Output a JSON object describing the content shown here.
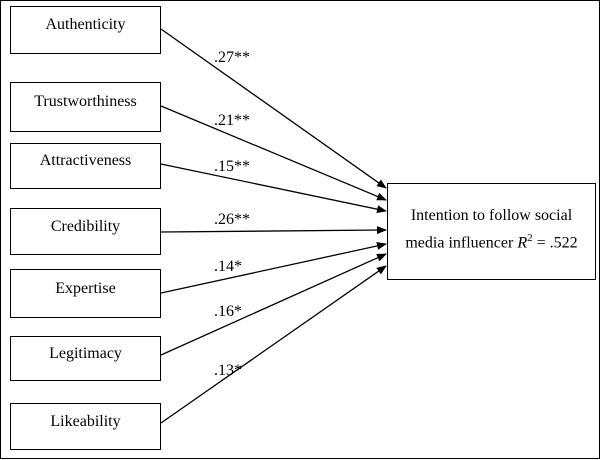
{
  "predictors": [
    {
      "label": "Authenticity",
      "coefficient": ".27**"
    },
    {
      "label": "Trustworthiness",
      "coefficient": ".21**"
    },
    {
      "label": "Attractiveness",
      "coefficient": ".15**"
    },
    {
      "label": "Credibility",
      "coefficient": ".26**"
    },
    {
      "label": "Expertise",
      "coefficient": ".14*"
    },
    {
      "label": "Legitimacy",
      "coefficient": ".16*"
    },
    {
      "label": "Likeability",
      "coefficient": ".13*"
    }
  ],
  "outcome": {
    "line1": "Intention to follow social",
    "line2_prefix": "media influencer ",
    "r_symbol": "R",
    "r_superscript": "2",
    "r_value": " = .522"
  },
  "colors": {
    "line": "#000000",
    "box_border": "#000000",
    "background": "#ffffff"
  }
}
